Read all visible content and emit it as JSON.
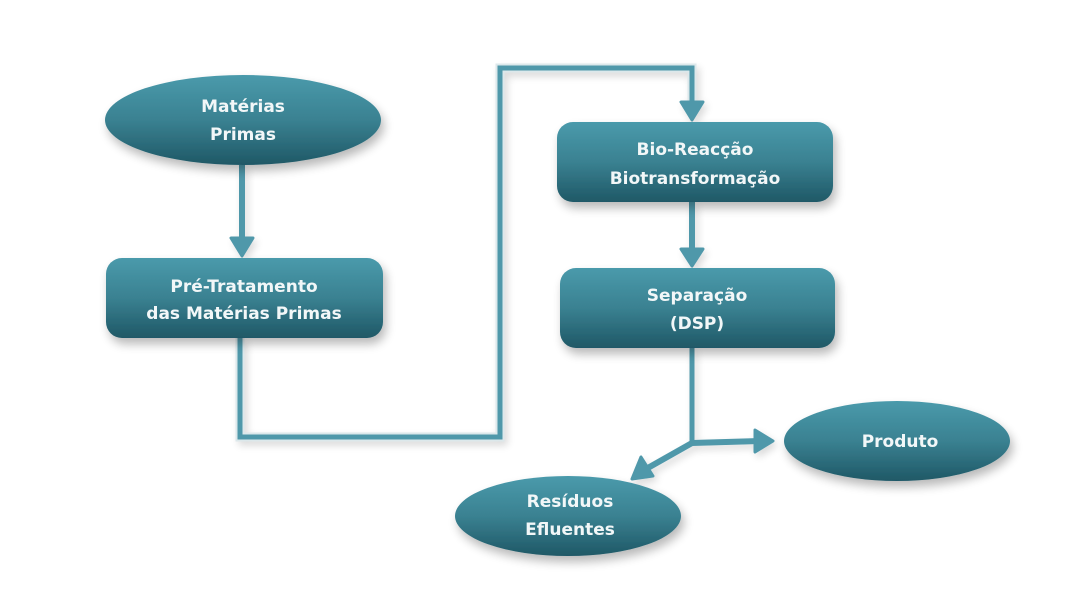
{
  "diagram": {
    "type": "process-flowchart",
    "colors": {
      "node_top": "#4a9aab",
      "node_bottom": "#1f5866",
      "connector": "#4f98aa",
      "connector_halo": "#e6eef0",
      "text": "#f2f7f8"
    },
    "nodes": [
      {
        "id": "materias-primas",
        "shape": "ellipse",
        "lines": [
          "Matérias",
          "Primas"
        ]
      },
      {
        "id": "pre-tratamento",
        "shape": "rounded-rect",
        "lines": [
          "Pré-Tratamento",
          "das Matérias Primas"
        ]
      },
      {
        "id": "bio-reaccao",
        "shape": "rounded-rect",
        "lines": [
          "Bio-Reacção",
          "Biotransformação"
        ]
      },
      {
        "id": "separacao",
        "shape": "rounded-rect",
        "lines": [
          "Separação",
          "(DSP)"
        ]
      },
      {
        "id": "produto",
        "shape": "ellipse",
        "lines": [
          "Produto"
        ]
      },
      {
        "id": "residuos",
        "shape": "ellipse",
        "lines": [
          "Resíduos",
          "Efluentes"
        ]
      }
    ],
    "edges": [
      {
        "from": "materias-primas",
        "to": "pre-tratamento"
      },
      {
        "from": "pre-tratamento",
        "to": "bio-reaccao"
      },
      {
        "from": "bio-reaccao",
        "to": "separacao"
      },
      {
        "from": "separacao",
        "to": "produto"
      },
      {
        "from": "separacao",
        "to": "residuos"
      }
    ]
  }
}
